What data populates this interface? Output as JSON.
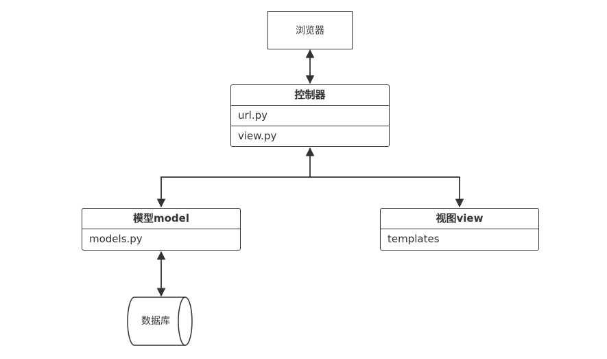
{
  "browser": {
    "label": "浏览器"
  },
  "controller": {
    "title": "控制器",
    "rows": [
      "url.py",
      "view.py"
    ]
  },
  "model": {
    "title": "模型model",
    "rows": [
      "models.py"
    ]
  },
  "view": {
    "title": "视图view",
    "rows": [
      "templates"
    ]
  },
  "database": {
    "label": "数据库"
  },
  "colors": {
    "stroke": "#333333",
    "background": "#ffffff"
  }
}
